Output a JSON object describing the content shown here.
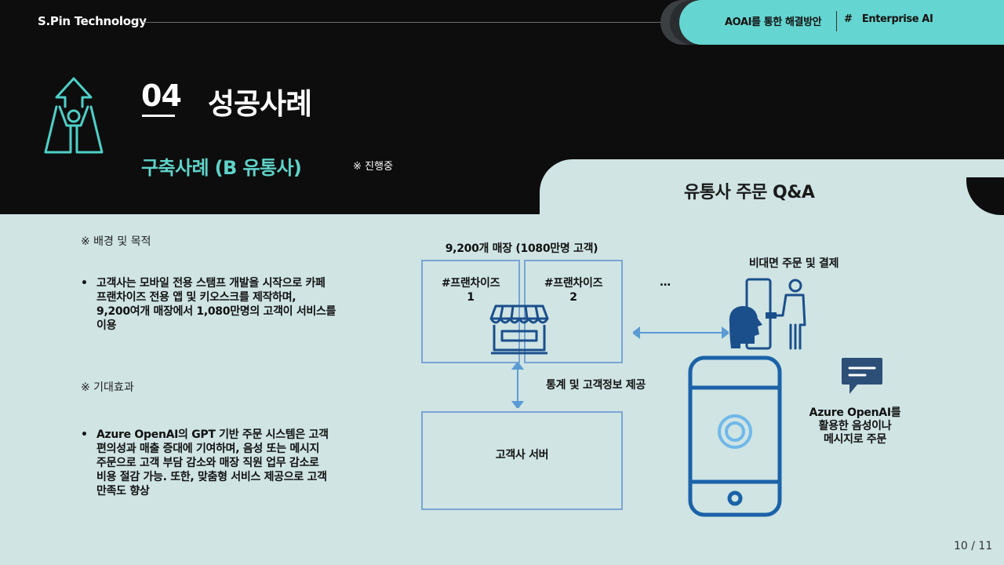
{
  "header": {
    "brand": "S.Pin Technology",
    "tab_left": "AOAI를 통한 해결방안",
    "tab_right": "#   Enterprise AI"
  },
  "section": {
    "number": "04",
    "title": "성공사례",
    "subtitle": "구축사례 (B 유통사)",
    "note": "※ 진행중"
  },
  "panel_title": "유통사 주문 Q&A",
  "left": {
    "background_heading": "※ 배경 및 목적",
    "background_text": "고객사는 모바일 전용 스탬프 개발을 시작으로 카페\n프랜차이즈 전용 앱 및 키오스크를 제작하며,\n9,200여개 매장에서 1,080만명의 고객이 서비스를\n이용",
    "effect_heading": "※ 기대효과",
    "effect_text": "Azure OpenAI의 GPT 기반 주문 시스템은 고객\n편의성과 매출 증대에 기여하며, 음성 또는 메시지\n주문으로 고객 부담 감소와 매장 직원 업무 감소로\n비용 절감 가능. 또한, 맞춤형 서비스 제공으로 고객\n만족도 향상",
    "bullet": "•"
  },
  "diagram": {
    "stores_caption": "9,200개 매장 (1080만명 고객)",
    "franchise1": "#프랜차이즈\n1",
    "franchise2": "#프랜차이즈\n2",
    "ellipsis": "…",
    "stats_label": "통계 및 고객정보 제공",
    "server_label": "고객사 서버",
    "contactless_label": "비대면 주문 및 결제",
    "azure_label": "Azure OpenAI를\n활용한 음성이나\n메시지로 주문"
  },
  "page": {
    "number": "10 / 11"
  },
  "colors": {
    "dark_bg": "#0d0d0d",
    "accent_teal": "#64d5d0",
    "subtitle_teal": "#5fd3c9",
    "light_bg": "#cfe4e3",
    "navy": "#1b4f8c",
    "box_blue": "#79a4d4"
  },
  "icons": {
    "section_icon": "person-arrow-up-icon",
    "store": "storefront-icon",
    "kiosk_user": "kiosk-customer-icon",
    "phone": "smartphone-icon",
    "chat": "chat-bubble-icon"
  }
}
